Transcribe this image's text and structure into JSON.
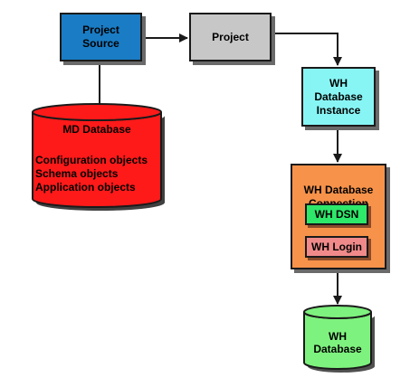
{
  "nodes": {
    "project_source": "Project\nSource",
    "project": "Project",
    "wh_instance": "WH\nDatabase\nInstance",
    "wh_connection": "WH Database\nConnection",
    "wh_dsn": "WH DSN",
    "wh_login": "WH Login",
    "md_database": {
      "title": "MD Database",
      "objects": [
        "Configuration objects",
        "Schema objects",
        "Application objects"
      ]
    },
    "wh_database": "WH\nDatabase"
  },
  "colors": {
    "project_source": "#1a7cc4",
    "project": "#c7c7c7",
    "wh_instance": "#88f5f5",
    "wh_connection": "#f7924a",
    "wh_dsn": "#2ee86a",
    "wh_login": "#f08a8a",
    "md_database": "#ff1a1a",
    "wh_database": "#7ef27e"
  }
}
